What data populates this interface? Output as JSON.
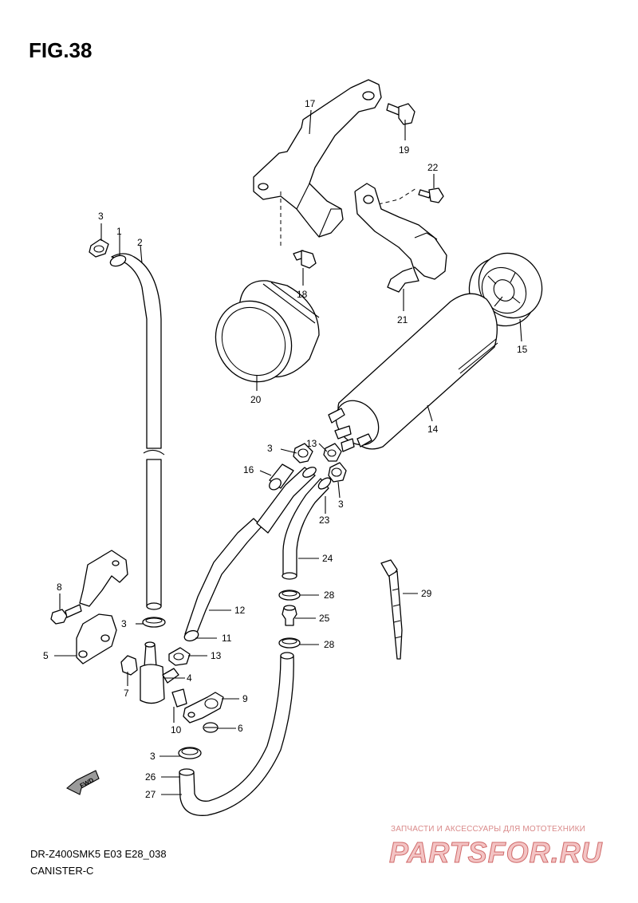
{
  "figure": {
    "title": "FIG.38",
    "model": "DR-Z400SMK5 E03 E28_038",
    "subtitle": "CANISTER-C"
  },
  "watermark": {
    "tagline": "ЗАПЧАСТИ И АКСЕССУАРЫ ДЛЯ МОТОТЕХНИКИ",
    "logo": "PARTSFOR.RU"
  },
  "fwd_label": "FWD",
  "callouts": [
    "1",
    "2",
    "3",
    "3",
    "3",
    "3",
    "3",
    "4",
    "5",
    "6",
    "7",
    "8",
    "9",
    "10",
    "11",
    "12",
    "13",
    "13",
    "14",
    "15",
    "16",
    "17",
    "18",
    "19",
    "20",
    "21",
    "22",
    "23",
    "24",
    "25",
    "26",
    "27",
    "28",
    "28",
    "29"
  ]
}
